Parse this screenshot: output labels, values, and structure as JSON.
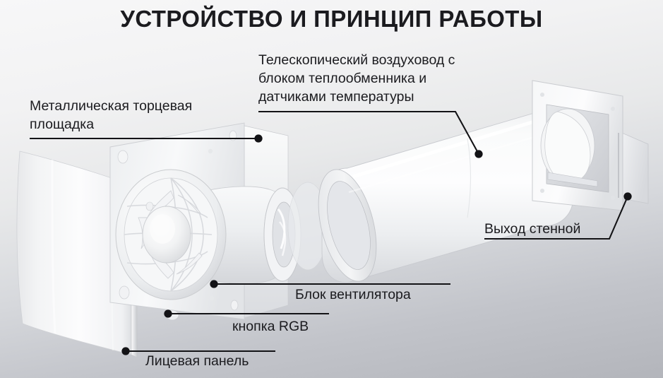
{
  "page": {
    "title": "УСТРОЙСТВО И ПРИНЦИП РАБОТЫ",
    "background_top_color": "#f7f7f8",
    "background_bottom_color": "#b3b5bb",
    "text_color": "#1b1b1f",
    "leader_line_color": "#131316"
  },
  "callouts": {
    "duct": {
      "label": "Телескопический воздуховод с\nблоком теплообменника и\nдатчиками температуры",
      "underline": false
    },
    "end_plate": {
      "label": "Металлическая торцевая\nплощадка",
      "underline": true
    },
    "wall_outlet": {
      "label": "Выход стенной",
      "underline": true
    },
    "fan_block": {
      "label": "Блок вентилятора",
      "underline": true
    },
    "rgb_button": {
      "label": "кнопка RGB",
      "underline": true
    },
    "face_panel": {
      "label": "Лицевая панель",
      "underline": true
    }
  },
  "parts": {
    "face_panel_name": "face-panel",
    "end_plate_name": "metal-end-plate",
    "fan_unit_name": "fan-unit",
    "duct_name": "telescopic-duct",
    "wall_outlet_name": "wall-outlet"
  }
}
